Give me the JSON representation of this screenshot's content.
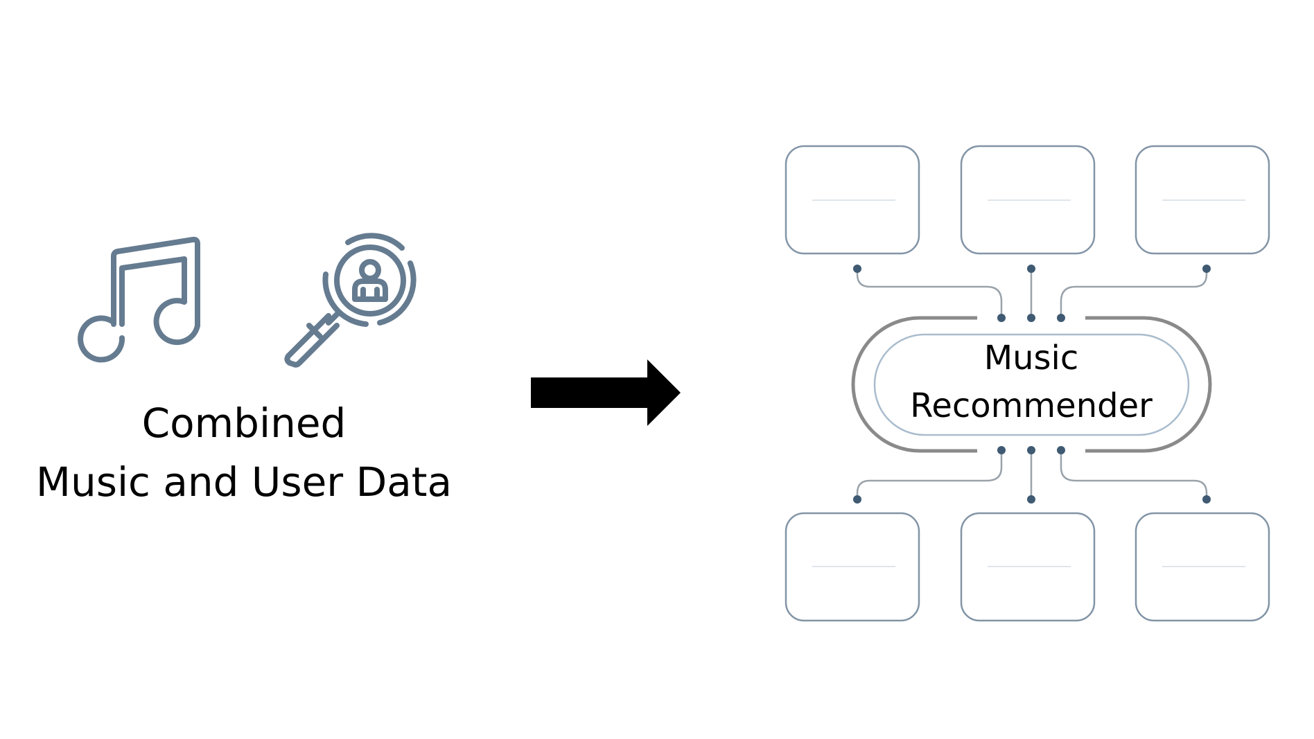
{
  "left_panel": {
    "caption_line1": "Combined",
    "caption_line2": "Music and User Data",
    "icons": [
      "music-note-icon",
      "user-search-icon"
    ]
  },
  "arrow": {
    "icon": "right-arrow-icon"
  },
  "recommender": {
    "title_line1": "Music",
    "title_line2": "Recommender"
  },
  "colors": {
    "icon_stroke": "#657b90",
    "box_stroke": "#8294a6",
    "connector": "#9aa3ab",
    "dot": "#3f5a72",
    "outer_ring": "#8a8a8a",
    "inner_ring": "#a9bccd",
    "arrow": "#000000",
    "text": "#000000"
  }
}
